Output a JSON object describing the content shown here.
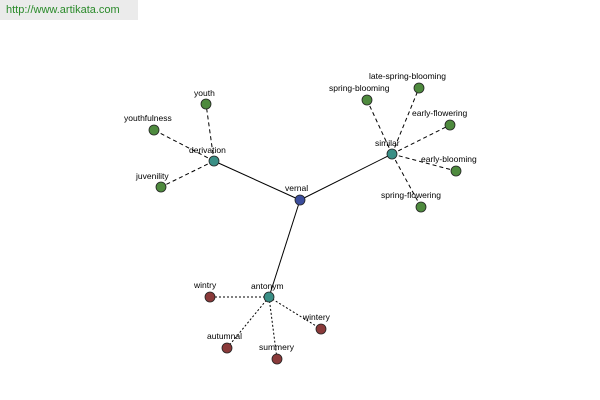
{
  "header": {
    "url": "http://www.artikata.com"
  },
  "colors": {
    "center": "#3b4d9c",
    "relation": "#3a8f86",
    "synonym": "#4e8a3e",
    "antonym_term": "#8a3a3a"
  },
  "graph": {
    "center": {
      "label": "vernal"
    },
    "relations": [
      {
        "key": "derivation",
        "label": "derivation",
        "link_style": "dash",
        "terms": [
          "youth",
          "youthfulness",
          "juvenility"
        ]
      },
      {
        "key": "similar",
        "label": "similar",
        "link_style": "dash",
        "terms": [
          "late-spring-blooming",
          "spring-blooming",
          "early-flowering",
          "early-blooming",
          "spring-flowering"
        ]
      },
      {
        "key": "antonym",
        "label": "antonym",
        "link_style": "dot",
        "terms": [
          "wintry",
          "wintery",
          "autumnal",
          "summery"
        ]
      }
    ]
  }
}
